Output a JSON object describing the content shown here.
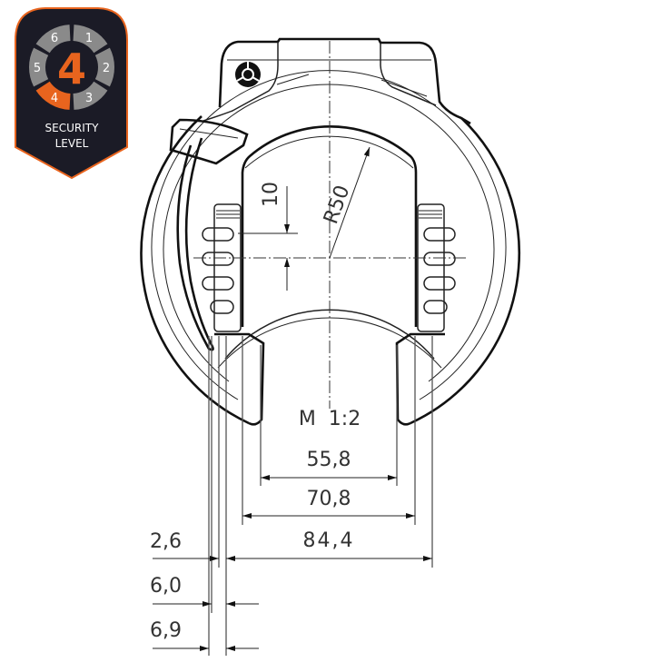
{
  "badge": {
    "level": "4",
    "title_line1": "SECURITY",
    "title_line2": "LEVEL",
    "segments": [
      {
        "label": "1",
        "active": false
      },
      {
        "label": "2",
        "active": false
      },
      {
        "label": "3",
        "active": false
      },
      {
        "label": "4",
        "active": true
      },
      {
        "label": "5",
        "active": false
      },
      {
        "label": "6",
        "active": false
      }
    ],
    "colors": {
      "background": "#1b1b26",
      "accent": "#e8641e",
      "segment": "#8a8a8a",
      "text": "#ffffff"
    }
  },
  "drawing": {
    "scale_label": "M  1:2",
    "radius_label": "R50",
    "pitch_label": "10",
    "dimensions": {
      "inner_gap": "55,8",
      "inner_width": "70,8",
      "outer_width": "84,4",
      "d1": "2,6",
      "d2": "6,0",
      "d3": "6,9"
    }
  }
}
